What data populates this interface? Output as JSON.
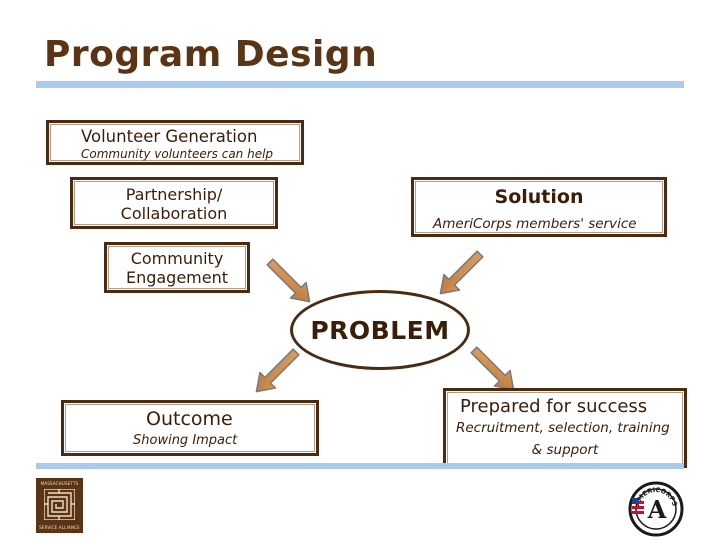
{
  "slide": {
    "title": "Program Design"
  },
  "boxes": {
    "volunteer": {
      "title": "Volunteer Generation",
      "subtitle": "Community volunteers can help"
    },
    "partnership": {
      "title": "Partnership/ Collaboration"
    },
    "solution": {
      "title": "Solution",
      "subtitle": "AmeriCorps members' service"
    },
    "community": {
      "title": "Community Engagement"
    },
    "outcome": {
      "title": "Outcome",
      "subtitle": "Showing Impact"
    },
    "prepared": {
      "title": "Prepared for success",
      "subtitle_line1": "Recruitment, selection, training",
      "subtitle_line2": "& support"
    }
  },
  "center": {
    "label": "PROBLEM"
  },
  "logos": {
    "left": {
      "icon": "massachusetts-service-alliance-logo",
      "caption_top": "MASSACHUSETTS",
      "caption_bottom": "SERVICE ALLIANCE"
    },
    "right": {
      "icon": "americorps-logo",
      "letter": "A",
      "caption": "AMERICORPS"
    }
  },
  "colors": {
    "accent_blue": "#a9cbee",
    "border_brown": "#4a2a10",
    "arrow_fill": "#c98a4a",
    "arrow_stroke": "#7a7a7a",
    "title_brown": "#5a3414"
  }
}
